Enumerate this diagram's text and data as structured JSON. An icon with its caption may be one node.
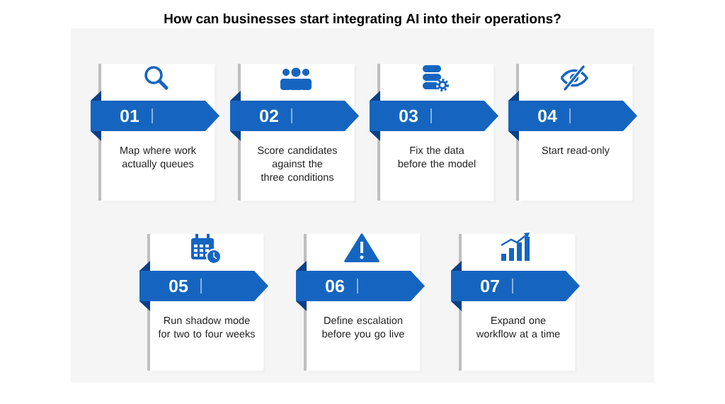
{
  "diagram": {
    "title": "How can businesses start integrating AI into their operations?",
    "nodes": [
      {
        "text": [
          "01",
          "Map where work actually queues"
        ]
      },
      {
        "text": [
          "02",
          "Score candidates against the three conditions"
        ]
      },
      {
        "text": [
          "03",
          "Fix the data before the model"
        ]
      },
      {
        "text": [
          "04",
          "Start read-only"
        ]
      },
      {
        "text": [
          "05",
          "Run shadow mode for two to four weeks"
        ]
      },
      {
        "text": [
          "06",
          "Define escalation before you go live"
        ]
      },
      {
        "text": [
          "07",
          "Expand one workflow at a time"
        ]
      }
    ]
  }
}
